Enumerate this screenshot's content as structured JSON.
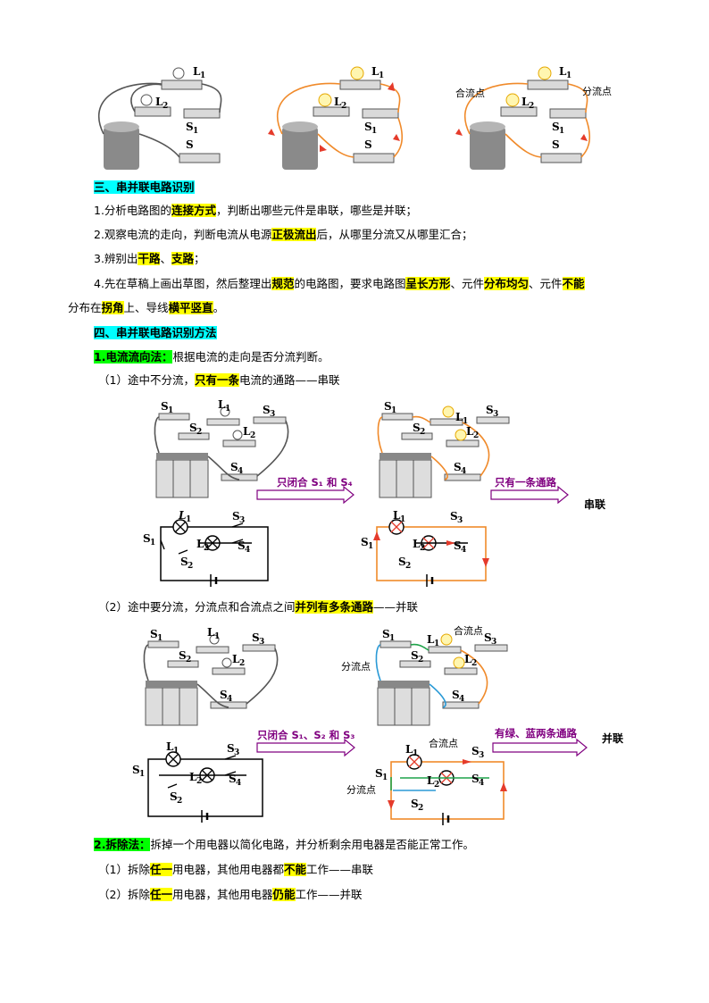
{
  "top_figures": {
    "labels": {
      "L1": "L",
      "L2": "L",
      "S1": "S",
      "S": "S",
      "merge": "合流点",
      "split": "分流点"
    }
  },
  "section3": {
    "heading": "三、串并联电路识别",
    "items": [
      {
        "pre": "1.分析电路图的",
        "hl": "连接方式",
        "post": "，判断出哪些元件是串联，哪些是并联；"
      },
      {
        "pre": "2.观察电流的走向，判断电流从电源",
        "hl": "正极流出",
        "post": "后，从哪里分流又从哪里汇合；"
      },
      {
        "pre": "3.辨别出",
        "hl": "干路",
        "mid": "、",
        "hl2": "支路",
        "post": "；"
      }
    ],
    "item4": {
      "p1": "4.先在草稿上画出草图，然后整理出",
      "h1": "规范",
      "p2": "的电路图，要求电路图",
      "h2": "呈长方形",
      "p3": "、元件",
      "h3": "分布均匀",
      "p4": "、元件",
      "h4": "不能",
      "p5": "分布在",
      "h5": "拐角",
      "p6": "上、导线",
      "h6": "横平竖直",
      "p7": "。"
    }
  },
  "section4": {
    "heading": "四、串并联电路识别方法",
    "method1": {
      "label": "1.电流流向法：",
      "text": "根据电流的走向是否分流判断。"
    },
    "case1": {
      "pre": "（1）途中不分流，",
      "hl": "只有一条",
      "post": "电流的通路——串联"
    },
    "case2": {
      "pre": "（2）途中要分流，分流点和合流点之间",
      "hl": "并列有多条通路",
      "post": "——并联"
    },
    "method2": {
      "label": "2.拆除法：",
      "text": "拆掉一个用电器以简化电路，并分析剩余用电器是否能正常工作。"
    },
    "rule1": {
      "pre": "（1）拆除",
      "hl": "任一",
      "mid": "用电器，其他用电器都",
      "hl2": "不能",
      "post": "工作——串联"
    },
    "rule2": {
      "pre": "（2）拆除",
      "hl": "任一",
      "mid": "用电器，其他用电器",
      "hl2": "仍能",
      "post": "工作——并联"
    }
  },
  "figure1": {
    "arrow1": "只闭合 S₁ 和 S₄",
    "arrow2": "只有一条通路",
    "result": "串联"
  },
  "figure2": {
    "arrow1": "只闭合 S₁、S₂ 和 S₃",
    "arrow2": "有绿、蓝两条通路",
    "result": "并联",
    "merge": "合流点",
    "split": "分流点"
  },
  "colors": {
    "highlight": "#ffff00",
    "cyan": "#00ffff",
    "green": "#00ff00",
    "arrow": "#800080",
    "current": "#e53b2b"
  }
}
